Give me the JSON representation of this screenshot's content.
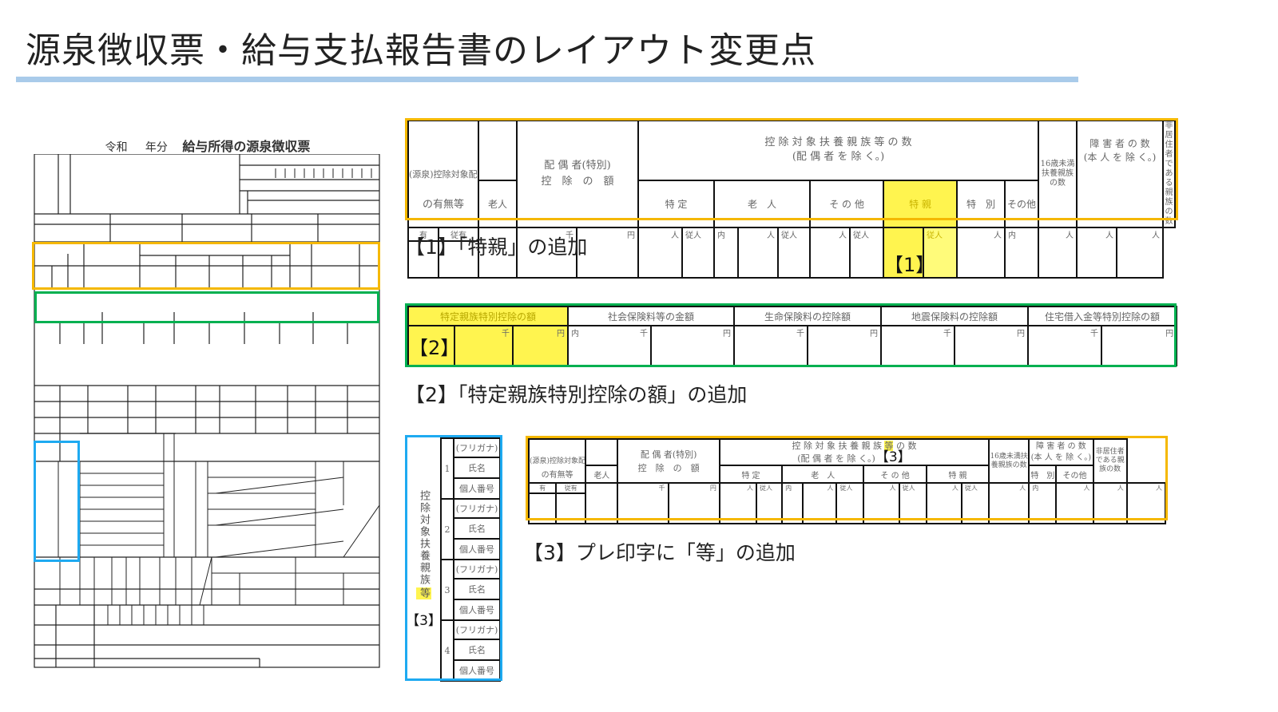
{
  "slide": {
    "title": "源泉徴収票・給与支払報告書のレイアウト変更点",
    "accent_colors": {
      "title_rule": "#a9cbea",
      "orange": "#f5b800",
      "green": "#00b050",
      "blue": "#1eaaf1",
      "highlight": "#fff44f"
    }
  },
  "thumbnail": {
    "era": "令和",
    "year_suffix": "年分",
    "form_title": "給与所得の源泉徴収票"
  },
  "section1": {
    "caption": "【1】「特親」の追加",
    "marker": "【1】",
    "headers": {
      "spouse_presence": "(源泉)控除対象配偶者",
      "spouse_presence2": "の有無等",
      "elderly": "老人",
      "spouse_deduction": "配 偶 者(特別)",
      "spouse_deduction2": "控　除　の　額",
      "dependents": "控 除 対 象 扶 養 親 族 等 の 数",
      "dependents_paren": "(配 偶 者 を 除 く。)",
      "specific": "特 定",
      "old": "老　人",
      "other": "そ の 他",
      "tokushin": "特 親",
      "under16": "16歳未満扶養親族の数",
      "disabled": "障 害 者 の 数",
      "disabled_paren": "(本 人 を 除 く。)",
      "special": "特　別",
      "disabled_other": "その他",
      "nonresident": "非居住者である親族の数"
    },
    "units": {
      "yes": "有",
      "jun": "従有",
      "sen": "千",
      "en": "円",
      "nin": "人",
      "junin": "従人",
      "uchi": "内"
    }
  },
  "section2": {
    "caption": "【2】「特定親族特別控除の額」の追加",
    "marker": "【2】",
    "columns": [
      {
        "label": "特定親族特別控除の額",
        "unit_left": "",
        "unit_mid": "千",
        "unit_right": "円"
      },
      {
        "label": "社会保険料等の金額",
        "unit_left": "内",
        "unit_mid": "千",
        "unit_right": "円"
      },
      {
        "label": "生命保険料の控除額",
        "unit_left": "",
        "unit_mid": "千",
        "unit_right": "円"
      },
      {
        "label": "地震保険料の控除額",
        "unit_left": "",
        "unit_mid": "千",
        "unit_right": "円"
      },
      {
        "label": "住宅借入金等特別控除の額",
        "unit_left": "",
        "unit_mid": "千",
        "unit_right": "円"
      }
    ]
  },
  "section3": {
    "caption": "【3】プレ印字に「等」の追加",
    "marker": "【3】",
    "vertical_label_main": "控除対象扶養親族",
    "vertical_label_added": "等",
    "rows": [
      {
        "num": "1",
        "furigana": "(フリガナ)",
        "name": "氏名",
        "mynumber": "個人番号"
      },
      {
        "num": "2",
        "furigana": "(フリガナ)",
        "name": "氏名",
        "mynumber": "個人番号"
      },
      {
        "num": "3",
        "furigana": "(フリガナ)",
        "name": "氏名",
        "mynumber": "個人番号"
      },
      {
        "num": "4",
        "furigana": "(フリガナ)",
        "name": "氏名",
        "mynumber": "個人番号"
      }
    ],
    "header_pre": "控 除 対 象 扶 養 親 族 ",
    "header_added": "等",
    "header_post": " の 数",
    "header_paren": "(配 偶 者 を 除 く。)",
    "tokushin": "特 親"
  }
}
